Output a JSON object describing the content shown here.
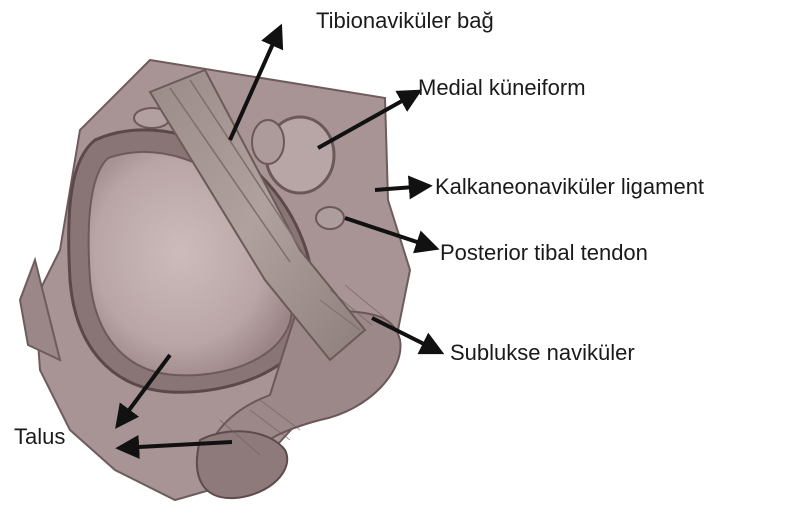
{
  "labels": {
    "tibionavicular": "Tibionaviküler bağ",
    "medial_cuneiform": "Medial küneiform",
    "calcaneonavicular": "Kalkaneonaviküler ligament",
    "posterior_tibial": "Posterior tibal tendon",
    "subluxed_navicular": "Sublukse naviküler",
    "talus": "Talus"
  }
}
